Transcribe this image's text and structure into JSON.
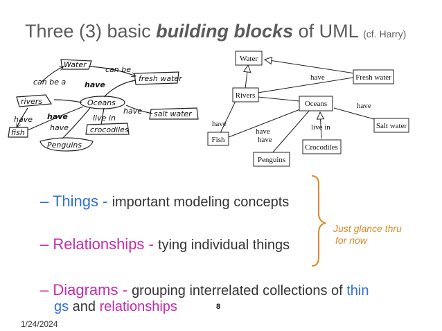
{
  "title": {
    "pre": "Three (3) basic ",
    "emph": "building blocks",
    "post": " of UML ",
    "cite": "(cf. Harry)"
  },
  "sketch": {
    "water": "Water",
    "can_be_1": "can be",
    "can_be_a": "can be a",
    "have_1": "have",
    "fresh_water": "fresh water",
    "rivers": "rivers",
    "oceans": "Oceans",
    "have_2": "have",
    "salt_water": "salt water",
    "have_3": "have",
    "have_4": "have",
    "live_in": "live in",
    "fish": "fish",
    "have_5": "have",
    "crocodiles": "crocodiles",
    "penguins": "Penguins"
  },
  "uml": {
    "water": "Water",
    "fresh_water": "Fresh water",
    "rivers": "Rivers",
    "oceans": "Oceans",
    "salt_water": "Salt water",
    "fish": "Fish",
    "crocodiles": "Crocodiles",
    "penguins": "Penguins",
    "have_fresh": "have",
    "have_salt": "have",
    "have_fish": "have",
    "have_oceans_fish": "have",
    "have_penguins": "have",
    "live_in": "live in"
  },
  "bullets": [
    {
      "dash": "– ",
      "head": "Things",
      "sep": " - ",
      "text": "important modeling concepts"
    },
    {
      "dash": "– ",
      "head": "Relationships",
      "sep": " - ",
      "text": "tying individual things"
    },
    {
      "dash": "– ",
      "head": "Diagrams",
      "sep": " - ",
      "text": "grouping interrelated collections of ",
      "hl1": "thin",
      "line2a": "gs",
      "line2b": " and ",
      "hl2": "relationships"
    }
  ],
  "note": {
    "line1": "Just glance thru",
    "line2": "for now"
  },
  "page_number": "8",
  "date": "1/24/2024",
  "colors": {
    "things": "#2f6fd6",
    "relationships": "#c62aa8",
    "diagrams": "#c62aa8",
    "brace": "#d98a2b",
    "title": "#5a5a5a"
  }
}
